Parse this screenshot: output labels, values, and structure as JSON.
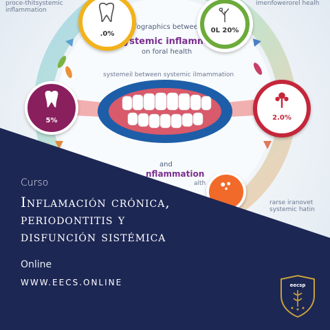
{
  "background": {
    "top_left_text": "proce-thitsystemic\ninflammation",
    "top_right_text": "imenfowerorel healh",
    "header_line": "Infographics between",
    "header_title": "systemic inflammation",
    "header_sub": "on foral health",
    "mid_line": "systemeil between systemic ilmammation",
    "and_text": "and",
    "lower_title": "nflammation",
    "lower_suffix": "alth",
    "right_lower_text": "rarse iranovet\nsystemic hatin",
    "badges": [
      {
        "id": "tooth-top",
        "pct": ".0%",
        "color": "#f2b21b"
      },
      {
        "id": "tooth-left",
        "pct": "5%",
        "color": "#8a1f5e"
      },
      {
        "id": "plant-top-right",
        "pct": "0L 20%",
        "color": "#6cab3b"
      },
      {
        "id": "plant-right",
        "pct": "2.0%",
        "color": "#c4263b"
      },
      {
        "id": "bottom-orange",
        "pct": "",
        "color": "#f26a2a"
      }
    ]
  },
  "banner": {
    "label_curso": "Curso",
    "title_lines": [
      "Inflamación crónica,",
      "periodontitis y",
      "disfunción sistémica"
    ],
    "label_online": "Online",
    "url": "WWW.EECS.ONLINE",
    "color": "#1d2754"
  },
  "logo": {
    "text": "eecsp",
    "color": "#1d2754",
    "accent": "#c9a13b"
  }
}
